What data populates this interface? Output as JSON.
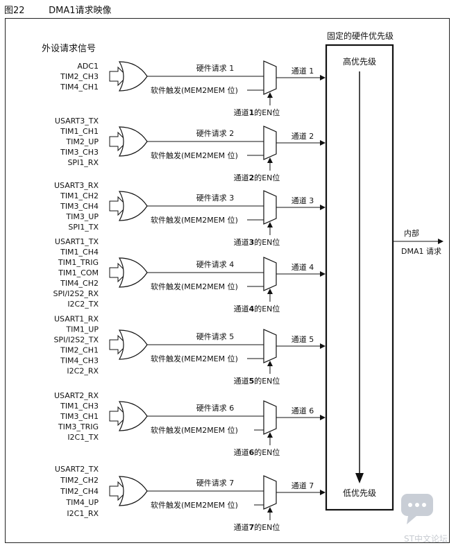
{
  "figure": {
    "number": "图22",
    "title": "DMA1请求映像"
  },
  "labels": {
    "peripheral_signals": "外设请求信号",
    "fixed_priority": "固定的硬件优先级",
    "high_priority": "高优先级",
    "low_priority": "低优先级",
    "internal": "内部",
    "dma1_request": "DMA1 请求"
  },
  "software_trigger": "软件触发(MEM2MEM 位)",
  "channels": [
    {
      "signals": [
        "ADC1",
        "TIM2_CH3",
        "TIM4_CH1"
      ],
      "hw_request": "硬件请求 1",
      "channel_label": "通道 1",
      "en_prefix": "通道",
      "en_num": "1",
      "en_suffix": "的EN位"
    },
    {
      "signals": [
        "USART3_TX",
        "TIM1_CH1",
        "TIM2_UP",
        "TIM3_CH3",
        "SPI1_RX"
      ],
      "hw_request": "硬件请求 2",
      "channel_label": "通道 2",
      "en_prefix": "通道",
      "en_num": "2",
      "en_suffix": "的EN位"
    },
    {
      "signals": [
        "USART3_RX",
        "TIM1_CH2",
        "TIM3_CH4",
        "TIM3_UP",
        "SPI1_TX"
      ],
      "hw_request": "硬件请求 3",
      "channel_label": "通道 3",
      "en_prefix": "通道",
      "en_num": "3",
      "en_suffix": "的EN位"
    },
    {
      "signals": [
        "USART1_TX",
        "TIM1_CH4",
        "TIM1_TRIG",
        "TIM1_COM",
        "TIM4_CH2",
        "SPI/I2S2_RX",
        "I2C2_TX"
      ],
      "hw_request": "硬件请求 4",
      "channel_label": "通道 4",
      "en_prefix": "通道",
      "en_num": "4",
      "en_suffix": "的EN位"
    },
    {
      "signals": [
        "USART1_RX",
        "TIM1_UP",
        "SPI/I2S2_TX",
        "TIM2_CH1",
        "TIM4_CH3",
        "I2C2_RX"
      ],
      "hw_request": "硬件请求 5",
      "channel_label": "通道 5",
      "en_prefix": "通道",
      "en_num": "5",
      "en_suffix": "的EN位"
    },
    {
      "signals": [
        "USART2_RX",
        "TIM1_CH3",
        "TIM3_CH1",
        "TIM3_TRIG",
        "I2C1_TX"
      ],
      "hw_request": "硬件请求 6",
      "channel_label": "通道 6",
      "en_prefix": "通道",
      "en_num": "6",
      "en_suffix": "的EN位"
    },
    {
      "signals": [
        "USART2_TX",
        "TIM2_CH2",
        "TIM2_CH4",
        "TIM4_UP",
        "I2C1_RX"
      ],
      "hw_request": "硬件请求 7",
      "channel_label": "通道 7",
      "en_prefix": "通道",
      "en_num": "7",
      "en_suffix": "的EN位"
    }
  ],
  "watermark": {
    "text": "ST中文论坛",
    "icon": "chat-bubble-icon",
    "color": "#c7cbd1"
  }
}
